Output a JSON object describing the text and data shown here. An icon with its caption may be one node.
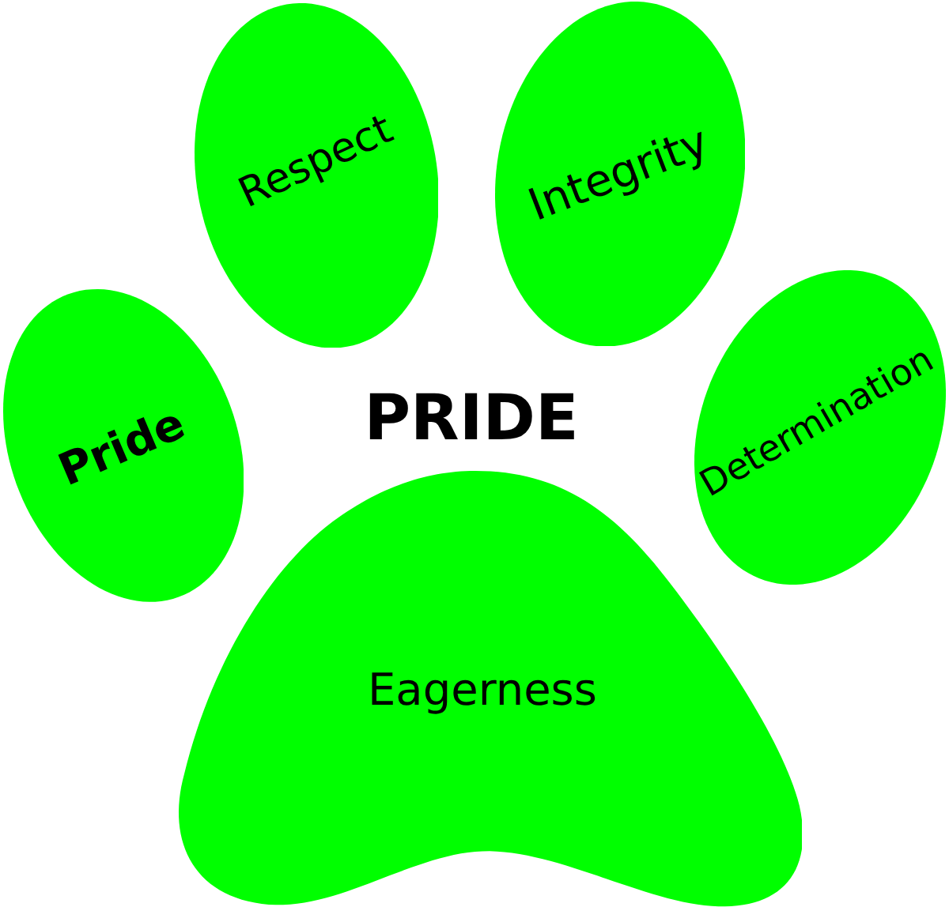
{
  "diagram": {
    "title": "PRIDE",
    "nodes": [
      {
        "text": [
          "Pride"
        ]
      },
      {
        "text": [
          "Respect"
        ]
      },
      {
        "text": [
          "Integrity"
        ]
      },
      {
        "text": [
          "Determination"
        ]
      },
      {
        "text": [
          "Eagerness"
        ]
      }
    ]
  }
}
